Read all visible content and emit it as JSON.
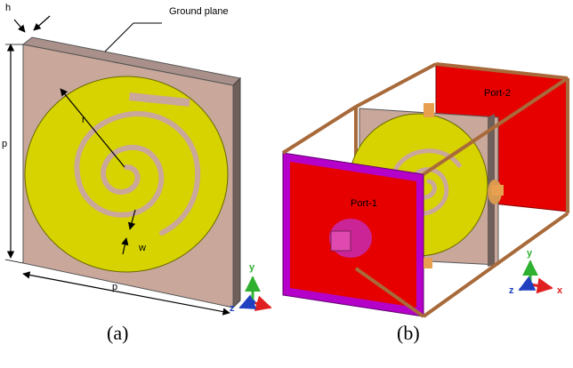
{
  "panel_a": {
    "caption": "(a)",
    "labels": {
      "h": "h",
      "ground_plane": "Ground plane",
      "p_vertical": "p",
      "p_horizontal": "p",
      "r": "r",
      "w": "w"
    },
    "axes": {
      "y": "y",
      "z": "z"
    }
  },
  "panel_b": {
    "caption": "(b)",
    "ports": {
      "port1": "Port-1",
      "port2": "Port-2"
    },
    "axes": {
      "y": "y",
      "x": "x",
      "z": "z"
    }
  },
  "colors": {
    "substrate": "#c9a79b",
    "spiral": "#d7d300",
    "port": "#e60000",
    "port_border": "#b400c8",
    "frame": "#a86a3a",
    "axis_x": "#e02020",
    "axis_y": "#30b030",
    "axis_z": "#2040c0"
  }
}
